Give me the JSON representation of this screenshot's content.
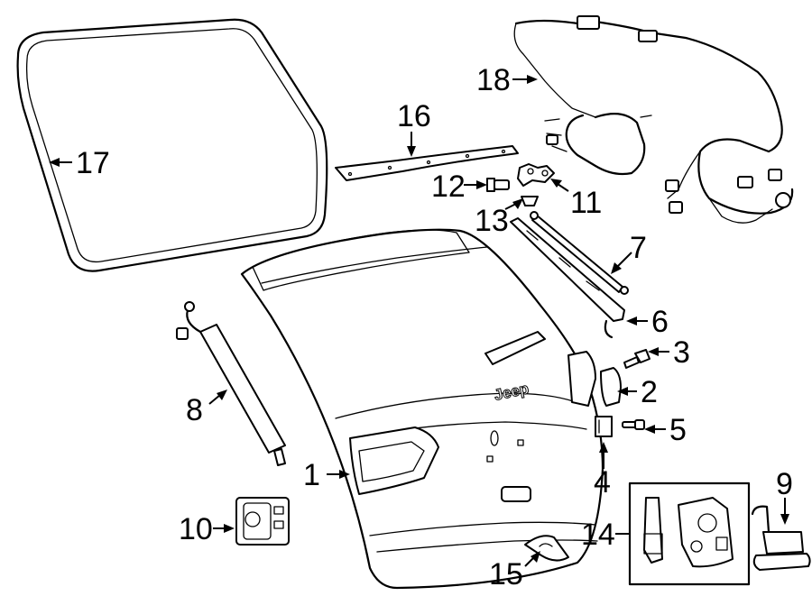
{
  "callouts": [
    {
      "id": "1",
      "label": "1"
    },
    {
      "id": "2",
      "label": "2"
    },
    {
      "id": "3",
      "label": "3"
    },
    {
      "id": "4",
      "label": "4"
    },
    {
      "id": "5",
      "label": "5"
    },
    {
      "id": "6",
      "label": "6"
    },
    {
      "id": "7",
      "label": "7"
    },
    {
      "id": "8",
      "label": "8"
    },
    {
      "id": "9",
      "label": "9"
    },
    {
      "id": "10",
      "label": "10"
    },
    {
      "id": "11",
      "label": "11"
    },
    {
      "id": "12",
      "label": "12"
    },
    {
      "id": "13",
      "label": "13"
    },
    {
      "id": "14",
      "label": "14"
    },
    {
      "id": "15",
      "label": "15"
    },
    {
      "id": "16",
      "label": "16"
    },
    {
      "id": "17",
      "label": "17"
    },
    {
      "id": "18",
      "label": "18"
    }
  ],
  "badge_text": "Jeep"
}
